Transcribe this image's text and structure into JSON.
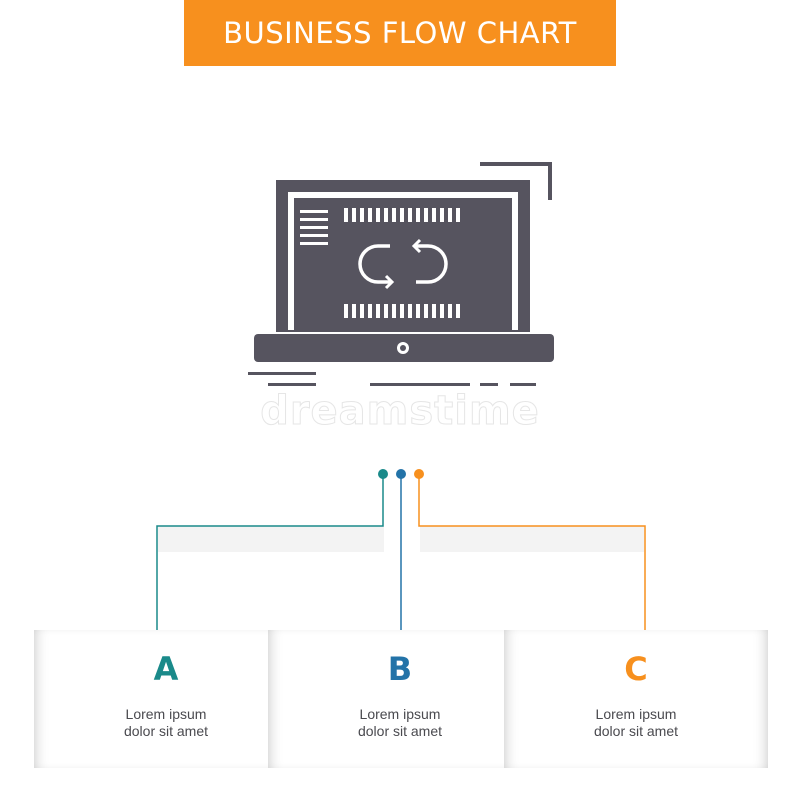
{
  "banner": {
    "title": "BUSINESS FLOW CHART",
    "color": "#f7901e"
  },
  "icon": {
    "name": "laptop-sync-icon",
    "color": "#56545f"
  },
  "watermark": {
    "text": "dreamstime"
  },
  "steps": [
    {
      "letter": "A",
      "line1": "Lorem ipsum",
      "line2": "dolor sit amet",
      "color": "#1a8a8a"
    },
    {
      "letter": "B",
      "line1": "Lorem ipsum",
      "line2": "dolor sit amet",
      "color": "#2373a8"
    },
    {
      "letter": "C",
      "line1": "Lorem ipsum",
      "line2": "dolor sit amet",
      "color": "#f7901e"
    }
  ]
}
